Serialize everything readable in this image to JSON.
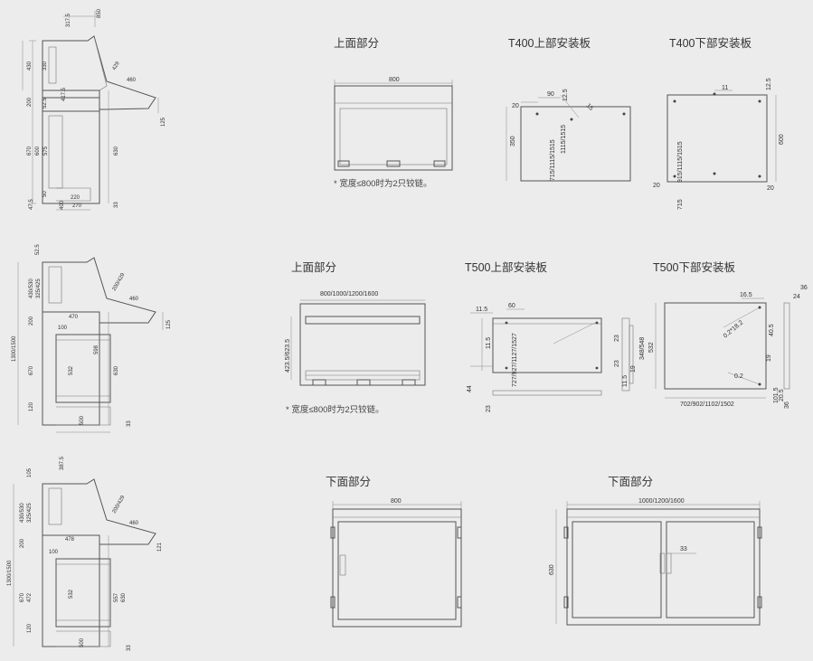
{
  "headings": {
    "t400_top": "上面部分",
    "t400_upper_plate": "T400上部安装板",
    "t400_lower_plate": "T400下部安装板",
    "t500_top": "上面部分",
    "t500_upper_plate": "T500上部安装板",
    "t500_lower_plate": "T500下部安装板",
    "bottom_single": "下面部分",
    "bottom_double": "下面部分"
  },
  "notes": {
    "hinge_t400": "* 宽度≤800时为2只铰链。",
    "hinge_t500": "* 宽度≤800时为2只铰链。"
  },
  "dims": {
    "side1": {
      "d850": "850",
      "d317_5": "317.5",
      "d430": "430",
      "d330": "330",
      "d429": "429",
      "d460": "460",
      "d417_5": "417.5",
      "d200": "200",
      "d52_5": "52.5",
      "d125": "125",
      "d670": "670",
      "d600": "600",
      "d575": "575",
      "d630": "630",
      "d220": "220",
      "d270": "270",
      "d400": "400",
      "d47_5": "47.5",
      "d50": "50",
      "d33": "33"
    },
    "side2": {
      "d52_5": "52.5",
      "d430_530": "430/530",
      "d325_425": "325/425",
      "d200_429": "200/429",
      "d460": "460",
      "d470": "470",
      "d200": "200",
      "d100": "100",
      "d125": "125",
      "d1300_1500": "1300/1500",
      "d670": "670",
      "d532": "532",
      "d598": "598",
      "d630": "630",
      "d120": "120",
      "d500": "500",
      "d33": "33"
    },
    "side3": {
      "d105": "105",
      "d387_5": "387.5",
      "d430_530": "430/530",
      "d325_425": "325/425",
      "d200_429": "200/429",
      "d460": "460",
      "d478": "478",
      "d200": "200",
      "d100": "100",
      "d121": "121",
      "d1300_1500": "1300/1500",
      "d670": "670",
      "d472": "472",
      "d532": "532",
      "d557": "557",
      "d630": "630",
      "d120": "120",
      "d500": "500",
      "d33": "33"
    },
    "t400_top": {
      "width": "800"
    },
    "t400_upper": {
      "d90": "90",
      "d20": "20",
      "d12_5": "12.5",
      "d15": "15",
      "d350": "350",
      "d1515": "1115/1515",
      "d715": "715/1115/1515"
    },
    "t400_lower": {
      "d11": "11",
      "d12_5": "12.5",
      "d600": "600",
      "d20a": "20",
      "d20b": "20",
      "d915": "915/1115/1515",
      "d715": "715"
    },
    "t500_top": {
      "width": "800/1000/1200/1600",
      "height": "423.5/623.5"
    },
    "t500_upper": {
      "d11_5a": "11.5",
      "d60": "60",
      "d11_5b": "11.5",
      "d44": "44",
      "d23a": "23",
      "d727": "727/927/1127/1527",
      "d23b": "23",
      "d23c": "23",
      "d19": "19",
      "d11_5c": "11.5",
      "d348": "348/548"
    },
    "t500_lower": {
      "d16_5": "16.5",
      "d24": "24",
      "d36": "36",
      "d02x18": "0.2*18.2",
      "d40_5": "40.5",
      "d532": "532",
      "d19": "19",
      "d02": "0.2",
      "d101_5": "101.5",
      "d20_5": "20.5",
      "d36b": "36",
      "width": "702/902/1102/1502"
    },
    "bottom_single": {
      "width": "800"
    },
    "bottom_double": {
      "width": "1000/1200/1600",
      "height": "630",
      "d33": "33"
    }
  },
  "icons": {
    "hinge": "hinge-icon",
    "screw_hole": "screw-hole-icon"
  },
  "colors": {
    "background": "#ececec",
    "line": "#555555"
  }
}
